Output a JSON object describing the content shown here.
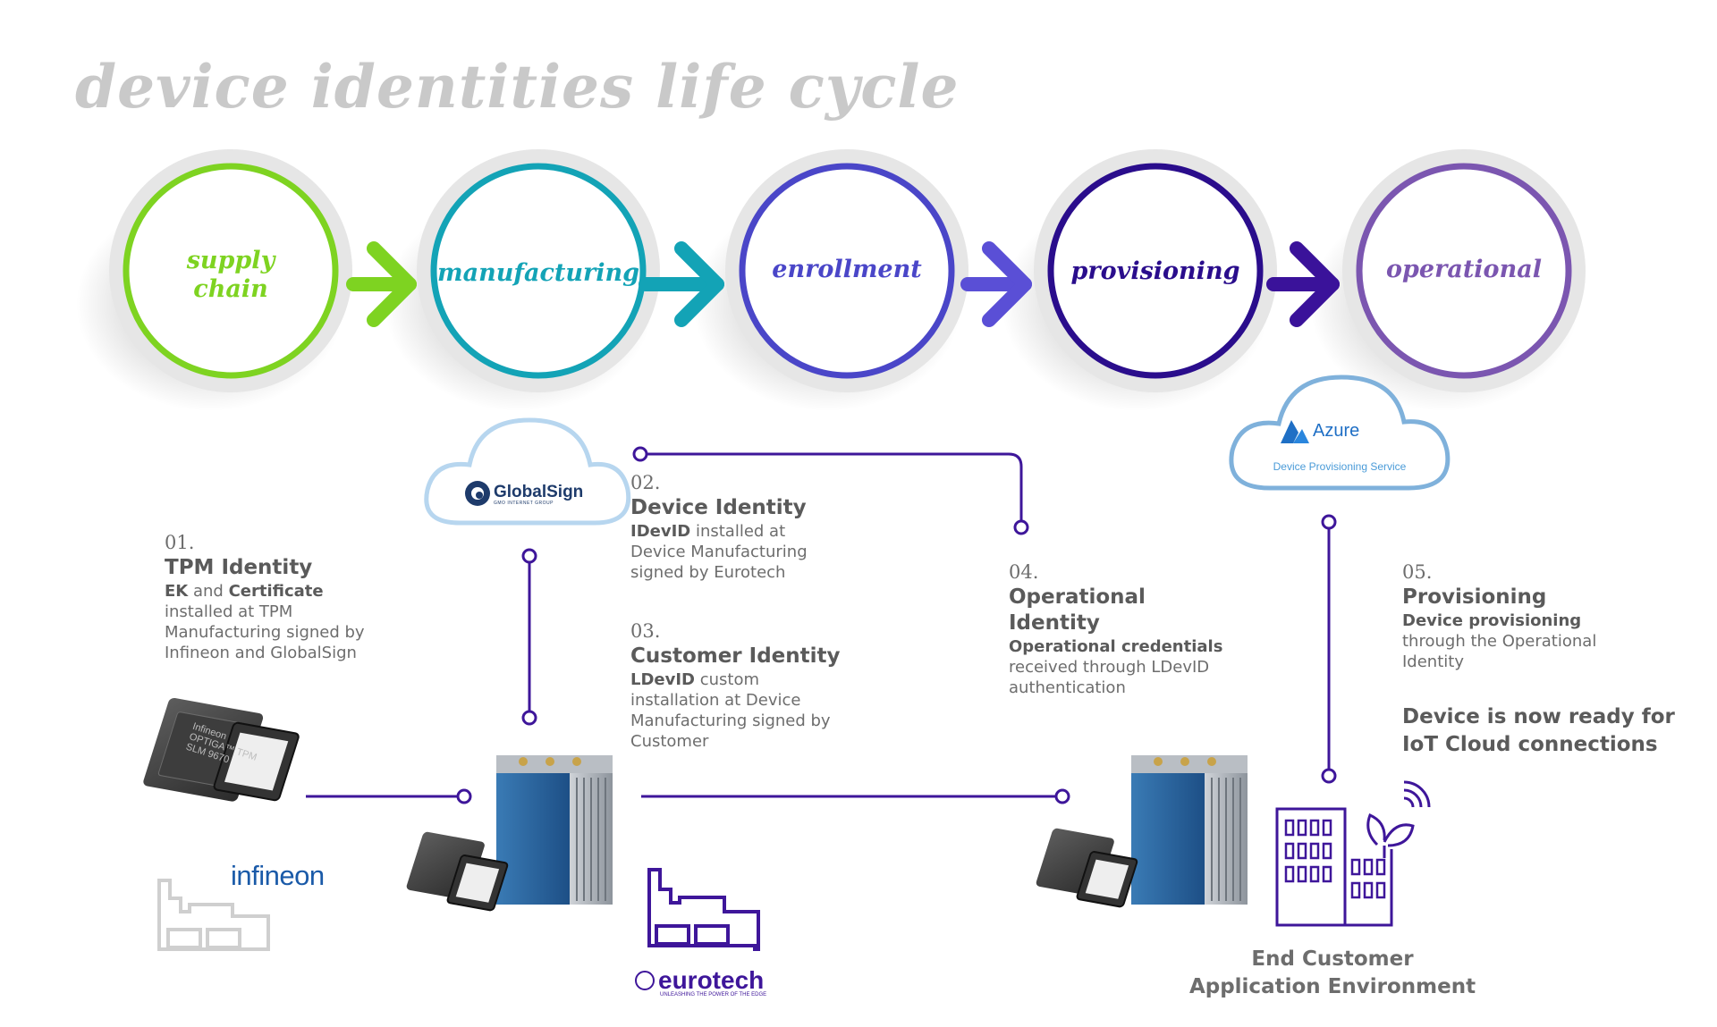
{
  "title": "device identities life cycle",
  "stages": [
    {
      "label_line1": "supply",
      "label_line2": "chain",
      "color": "#7ed321"
    },
    {
      "label": "manufacturing",
      "color": "#13a3b6"
    },
    {
      "label": "enrollment",
      "color": "#4a46c8"
    },
    {
      "label": "provisioning",
      "color": "#2a0d8c"
    },
    {
      "label": "operational",
      "color": "#7b56b0"
    }
  ],
  "arrow_colors": [
    "#7ed321",
    "#13a3b6",
    "#5a4fd6",
    "#3a129a"
  ],
  "line_color": "#3e169a",
  "logos": {
    "globalsign": "GlobalSign",
    "globalsign_sub": "GMO INTERNET GROUP",
    "azure": "Azure",
    "azure_sub": "Device Provisioning Service",
    "infineon": "infineon",
    "eurotech": "eurotech",
    "eurotech_sub": "UNLEASHING THE POWER OF THE EDGE"
  },
  "steps": {
    "s1": {
      "num": "01.",
      "head": "TPM Identity",
      "lead_a": "EK",
      "mid": " and ",
      "lead_b": "Certificate",
      "body": "installed at TPM Manufacturing signed by Infineon and GlobalSign"
    },
    "s2": {
      "num": "02.",
      "head": "Device Identity",
      "lead": "IDevID",
      "body": " installed at Device Manufacturing signed by Eurotech"
    },
    "s3": {
      "num": "03.",
      "head": "Customer Identity",
      "lead": "LDevID",
      "body": " custom installation at Device Manufacturing signed by Customer"
    },
    "s4": {
      "num": "04.",
      "head": "Operational Identity",
      "lead": "Operational credentials",
      "body": "received through LDevID authentication"
    },
    "s5": {
      "num": "05.",
      "head": "Provisioning",
      "lead": "Device provisioning",
      "body": "through the Operational Identity"
    }
  },
  "ready_text": "Device is now ready for IoT Cloud connections",
  "end_customer_line1": "End Customer",
  "end_customer_line2": "Application Environment",
  "chip_text": {
    "brand": "Infineon",
    "model": "OPTIGA™ TPM",
    "part": "SLM 9670"
  }
}
